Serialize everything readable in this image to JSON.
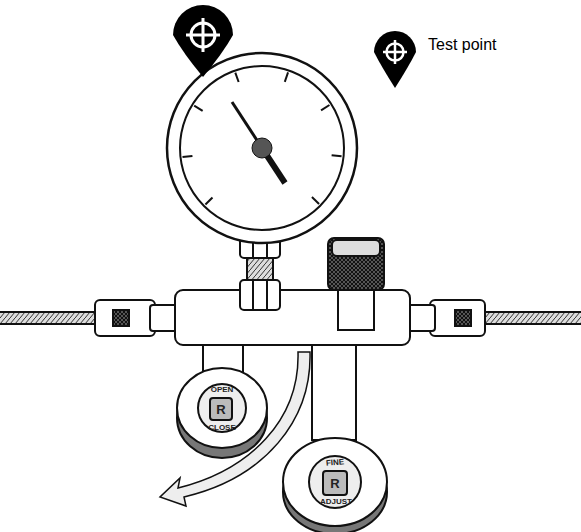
{
  "diagram": {
    "labels": [
      "OPEN",
      "CLOSE",
      "FINE",
      "ADJUST",
      "R",
      "R"
    ],
    "legend": [
      {
        "text": "Test point"
      }
    ]
  }
}
